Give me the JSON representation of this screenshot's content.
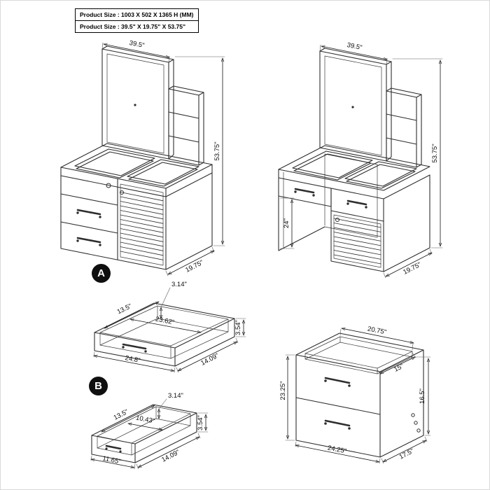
{
  "header": {
    "line1": "Product Size : 1003 X 502 X 1365 H (MM)",
    "line2": "Product Size : 39.5\" X 19.75\" X 53.75\""
  },
  "vanity_front": {
    "width": "39.5\"",
    "height": "53.75\"",
    "depth": "19.75\""
  },
  "vanity_side": {
    "width": "39.5\"",
    "height": "53.75\"",
    "depth": "19.75\"",
    "knee_height": "24\""
  },
  "drawer_a": {
    "badge": "A",
    "back_height": "3.14\"",
    "inner_depth": "13.5\"",
    "inner_width": "23.62\"",
    "outer_width": "24.8\"",
    "outer_depth": "14.09\"",
    "outer_height": "3.54\""
  },
  "drawer_b": {
    "badge": "B",
    "back_height": "3.14\"",
    "inner_depth": "13.5\"",
    "inner_width": "10.43\"",
    "outer_width": "11.65\"",
    "outer_depth": "14.09\"",
    "outer_height": "3.54\""
  },
  "cabinet": {
    "top_width": "20.75\"",
    "height": "23.25\"",
    "recess_depth": "15\"",
    "side_height": "16.5\"",
    "width": "24.25\"",
    "depth": "17.5\""
  }
}
